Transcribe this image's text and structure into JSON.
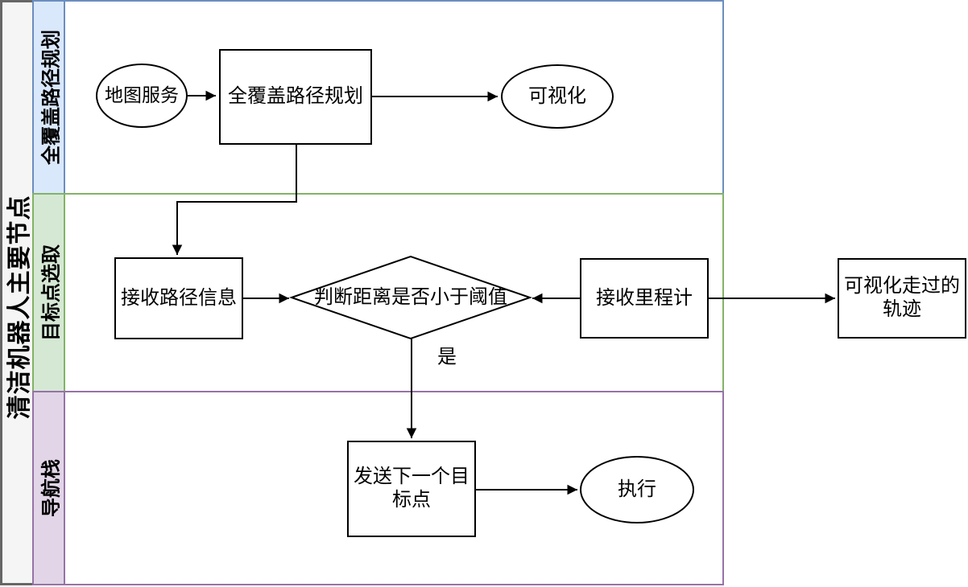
{
  "pool": {
    "title": "清洁机器人主要节点",
    "title_bg": "#f5f5f5",
    "title_border": "#666666",
    "lanes": [
      {
        "label": "全覆盖路径规划",
        "fill": "#dae8fc",
        "stroke": "#6c8ebf"
      },
      {
        "label": "目标点选取",
        "fill": "#d5e8d4",
        "stroke": "#82b366"
      },
      {
        "label": "导航栈",
        "fill": "#e1d5e7",
        "stroke": "#9673a6"
      }
    ]
  },
  "nodes": {
    "map_service": {
      "label": "地图服务",
      "shape": "ellipse"
    },
    "coverage_planning": {
      "label": "全覆盖路径规划",
      "shape": "rect"
    },
    "visualization": {
      "label": "可视化",
      "shape": "ellipse"
    },
    "receive_path": {
      "label": "接收路径信息",
      "shape": "rect"
    },
    "distance_check": {
      "label": "判断距离是否小于阈值",
      "shape": "diamond"
    },
    "receive_odometry": {
      "label": "接收里程计",
      "shape": "rect"
    },
    "visualize_trajectory": {
      "label": "可视化走过的轨迹",
      "shape": "rect"
    },
    "send_next_goal": {
      "label": "发送下一个目标点",
      "shape": "rect"
    },
    "execute": {
      "label": "执行",
      "shape": "ellipse"
    }
  },
  "edge_labels": {
    "yes": "是"
  },
  "line_color": "#000000"
}
